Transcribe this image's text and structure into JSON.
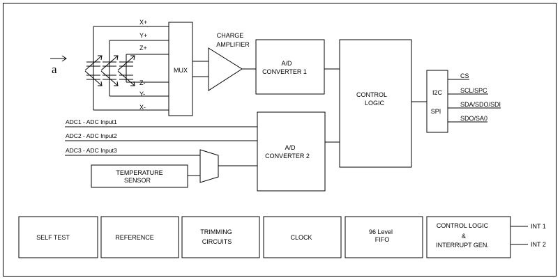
{
  "axis_input": {
    "label": "a",
    "outputs": [
      "X+",
      "Y+",
      "Z+",
      "Z-",
      "Y-",
      "X-"
    ]
  },
  "mux": {
    "label": "MUX"
  },
  "charge_amplifier": {
    "line1": "CHARGE",
    "line2": "AMPLIFIER"
  },
  "adc1": {
    "line1": "A/D",
    "line2": "CONVERTER 1"
  },
  "adc2": {
    "line1": "A/D",
    "line2": "CONVERTER 2"
  },
  "control_logic": {
    "line1": "CONTROL",
    "line2": "LOGIC"
  },
  "interface": {
    "i2c": "I2C",
    "spi": "SPI",
    "pins": [
      "CS",
      "SCL/SPC",
      "SDA/SDO/SDI",
      "SDO/SA0"
    ]
  },
  "adc_inputs": [
    "ADC1 - ADC Input1",
    "ADC2 - ADC Input2",
    "ADC3 - ADC Input3"
  ],
  "temperature_sensor": {
    "line1": "TEMPERATURE",
    "line2": "SENSOR"
  },
  "bottom_blocks": [
    {
      "line1": "SELF TEST",
      "line2": "",
      "line3": ""
    },
    {
      "line1": "REFERENCE",
      "line2": "",
      "line3": ""
    },
    {
      "line1": "TRIMMING",
      "line2": "CIRCUITS",
      "line3": ""
    },
    {
      "line1": "CLOCK",
      "line2": "",
      "line3": ""
    },
    {
      "line1": "96 Level",
      "line2": "FIFO",
      "line3": ""
    },
    {
      "line1": "CONTROL LOGIC",
      "line2": "&",
      "line3": "INTERRUPT GEN."
    }
  ],
  "interrupts": [
    "INT 1",
    "INT 2"
  ]
}
